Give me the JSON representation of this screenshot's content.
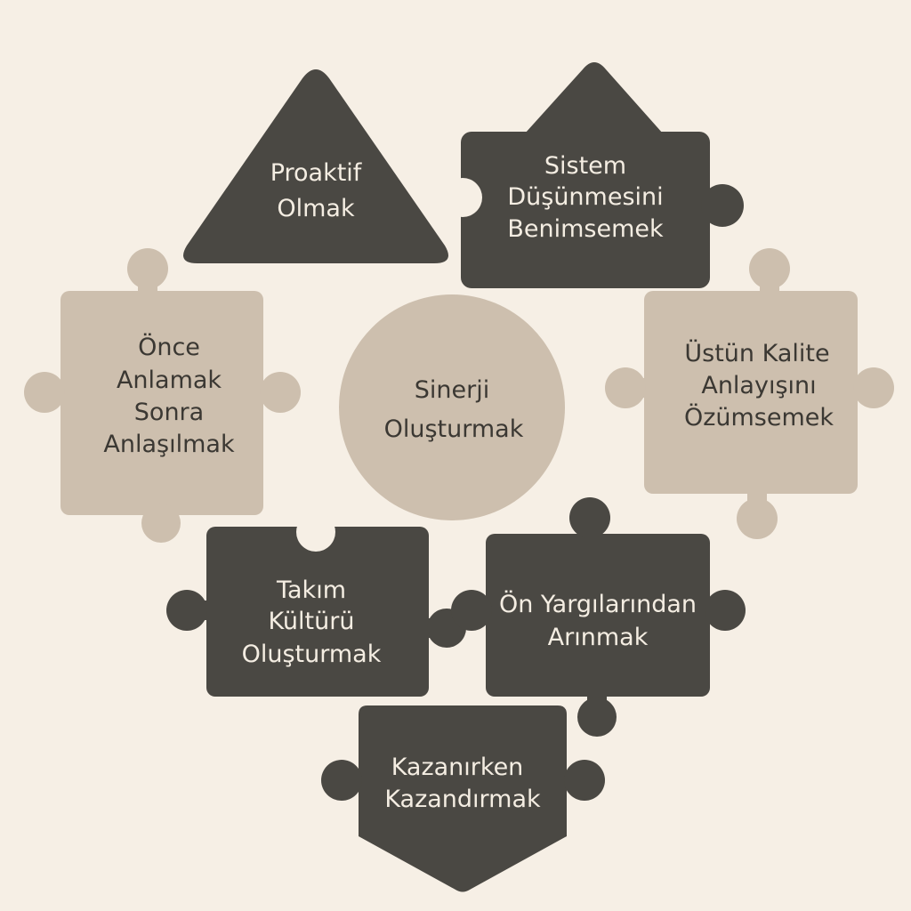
{
  "diagram": {
    "center": {
      "lines": [
        "Sinerji",
        "Oluşturmak"
      ]
    },
    "pieces": [
      {
        "id": "proaktif",
        "lines": [
          "Proaktif",
          "Olmak"
        ]
      },
      {
        "id": "sistem",
        "lines": [
          "Sistem",
          "Düşünmesini",
          "Benimsemek"
        ]
      },
      {
        "id": "once",
        "lines": [
          "Önce",
          "Anlamak",
          "Sonra",
          "Anlaşılmak"
        ]
      },
      {
        "id": "ustun",
        "lines": [
          "Üstün Kalite",
          "Anlayışını",
          "Özümsemek"
        ]
      },
      {
        "id": "takim",
        "lines": [
          "Takım",
          "Kültürü",
          "Oluşturmak"
        ]
      },
      {
        "id": "on-yargi",
        "lines": [
          "Ön Yargılarından",
          "Arınmak"
        ]
      },
      {
        "id": "kazanirken",
        "lines": [
          "Kazanırken",
          "Kazandırmak"
        ]
      }
    ]
  },
  "colors": {
    "background": "#f6efe5",
    "dark": "#4a4843",
    "light": "#cdbfae"
  }
}
